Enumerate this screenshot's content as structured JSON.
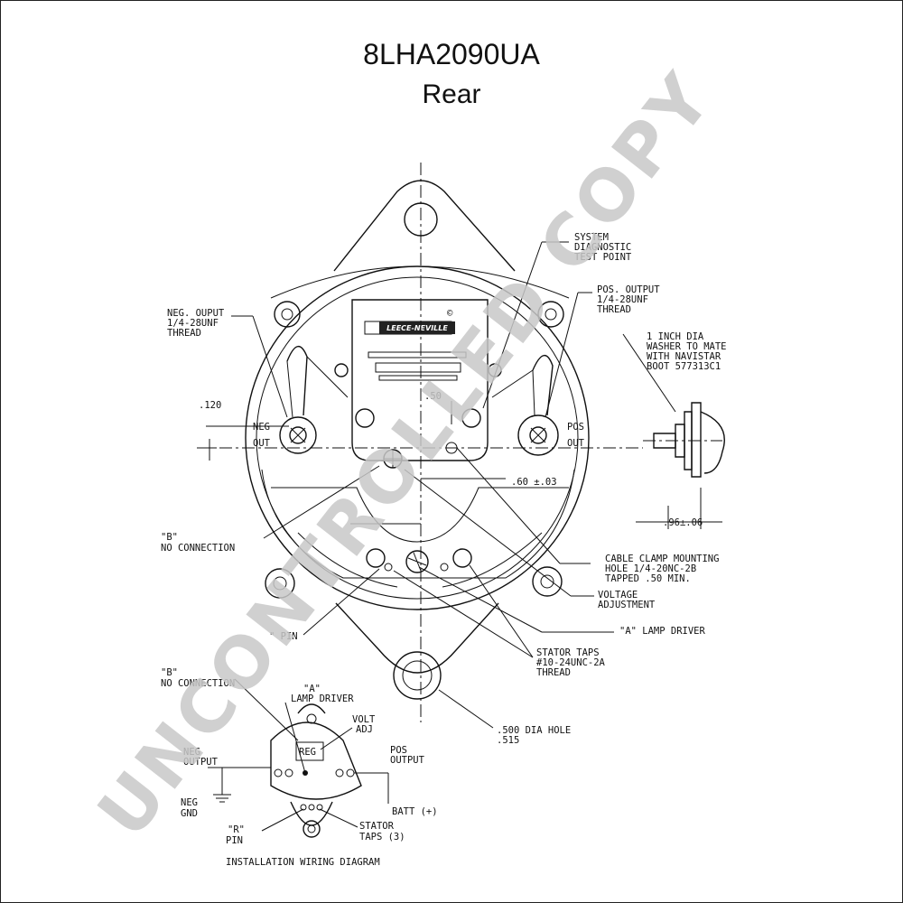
{
  "title": "8LHA2090UA",
  "subtitle": "Rear",
  "watermark": "UNCONTROLLED COPY",
  "logo_text": "LEECE-NEVILLE",
  "labels": {
    "neg_output_1": "NEG. OUPUT",
    "neg_output_2": "1/4-28UNF",
    "neg_output_3": "THREAD",
    "system_1": "SYSTEM",
    "system_2": "DIAGNOSTIC",
    "system_3": "TEST POINT",
    "pos_output_1": "POS. OUTPUT",
    "pos_output_2": "1/4-28UNF",
    "pos_output_3": "THREAD",
    "washer_1": "1 INCH DIA",
    "washer_2": "WASHER TO MATE",
    "washer_3": "WITH NAVISTAR",
    "washer_4": "BOOT 577313C1",
    "dim_120": ".120",
    "neg": "NEG",
    "out_l": "OUT",
    "pos": "POS",
    "out_r": "OUT",
    "dim_50": ".50",
    "dim_60": ".60 ±.03",
    "dim_96": ".96±.06",
    "b_1": "\"B\"",
    "b_2": "NO CONNECTION",
    "cable_1": "CABLE CLAMP MOUNTING",
    "cable_2": "HOLE 1/4-20NC-2B",
    "cable_3": "TAPPED .50 MIN.",
    "voltage_1": "VOLTAGE",
    "voltage_2": "ADJUSTMENT",
    "a_lamp": "\"A\" LAMP DRIVER",
    "r_pin": "\" PIN",
    "stator_1": "STATOR TAPS",
    "stator_2": "#10-24UNC-2A",
    "stator_3": "THREAD",
    "hole_1": ".500 DIA HOLE",
    "hole_2": ".515",
    "copyright": "©"
  },
  "wiring": {
    "b_1": "\"B\"",
    "b_2": "NO CONNECTION",
    "a_1": "\"A\"",
    "a_2": "LAMP DRIVER",
    "volt_1": "VOLT",
    "volt_2": "ADJ",
    "reg": "REG",
    "neg_1": "NEG",
    "neg_2": "OUTPUT",
    "pos_1": "POS",
    "pos_2": "OUTPUT",
    "gnd_1": "NEG",
    "gnd_2": "GND",
    "batt": "BATT (+)",
    "r_1": "\"R\"",
    "r_2": "PIN",
    "stator_1": "STATOR",
    "stator_2": "TAPS (3)",
    "caption": "INSTALLATION WIRING DIAGRAM"
  }
}
